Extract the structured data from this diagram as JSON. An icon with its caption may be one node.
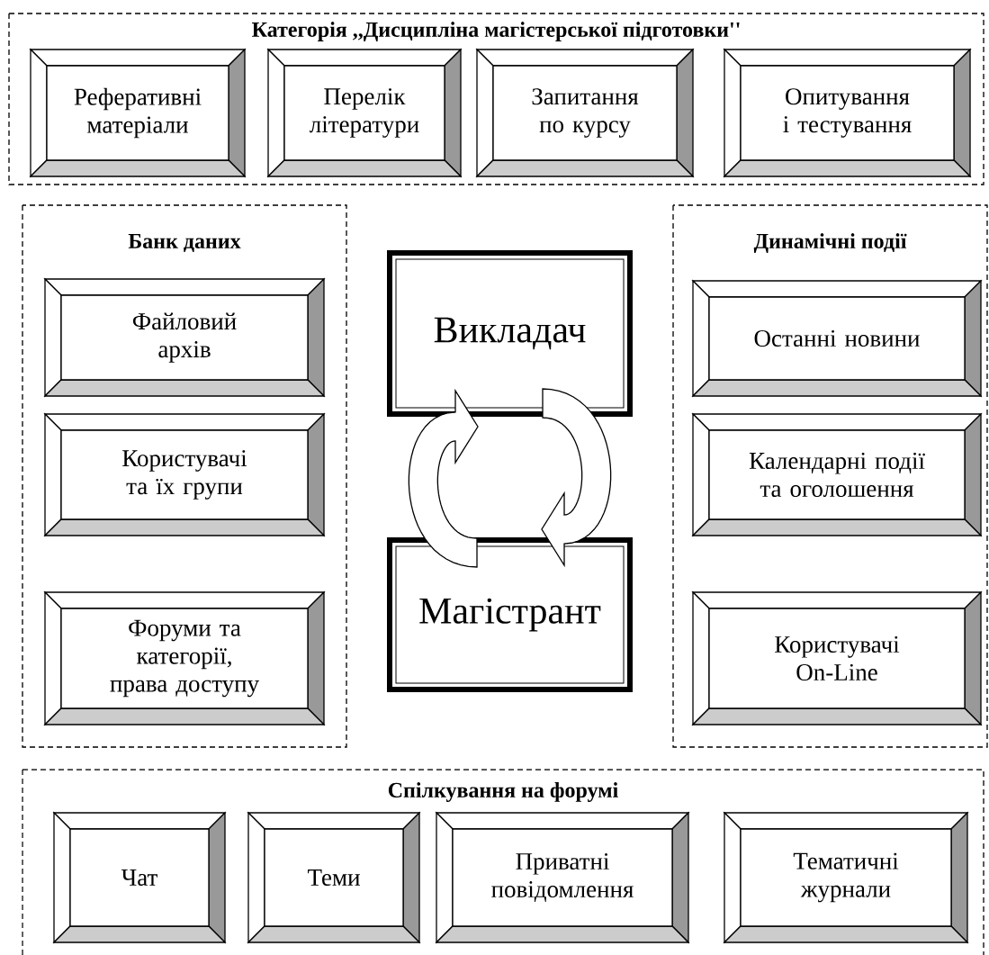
{
  "diagram": {
    "nodes": [
      {
        "text": [
          "Категорія ,,Дисципліна магістерської підготовки''"
        ]
      },
      {
        "text": [
          "Реферативні матеріали"
        ],
        "in": 0
      },
      {
        "text": [
          "Перелік літератури"
        ],
        "in": 0
      },
      {
        "text": [
          "Запитання по курсу"
        ],
        "in": 0
      },
      {
        "text": [
          "Опитування і тестування"
        ],
        "in": 0
      },
      {
        "text": [
          "Банк даних"
        ]
      },
      {
        "text": [
          "Файловий архів"
        ],
        "in": 5
      },
      {
        "text": [
          "Користувачі та їх групи"
        ],
        "in": 5
      },
      {
        "text": [
          "Форуми та категорії, права доступу"
        ],
        "in": 5
      },
      {
        "text": [
          "Викладач"
        ]
      },
      {
        "text": [
          "Магістрант"
        ]
      },
      {
        "text": [
          "Динамічні події"
        ]
      },
      {
        "text": [
          "Останні новини"
        ],
        "in": 11
      },
      {
        "text": [
          "Календарні події та оголошення"
        ],
        "in": 11
      },
      {
        "text": [
          "Користувачі On-Line"
        ],
        "in": 11
      },
      {
        "text": [
          "Спілкування на форумі"
        ]
      },
      {
        "text": [
          "Чат"
        ],
        "in": 15
      },
      {
        "text": [
          "Теми"
        ],
        "in": 15
      },
      {
        "text": [
          "Приватні повідомлення"
        ],
        "in": 15
      },
      {
        "text": [
          "Тематичні журнали"
        ],
        "in": 15
      }
    ],
    "edges": [
      {
        "from": 10,
        "to": 9,
        "arrow": "to"
      },
      {
        "from": 9,
        "to": 10,
        "arrow": "to"
      }
    ]
  }
}
